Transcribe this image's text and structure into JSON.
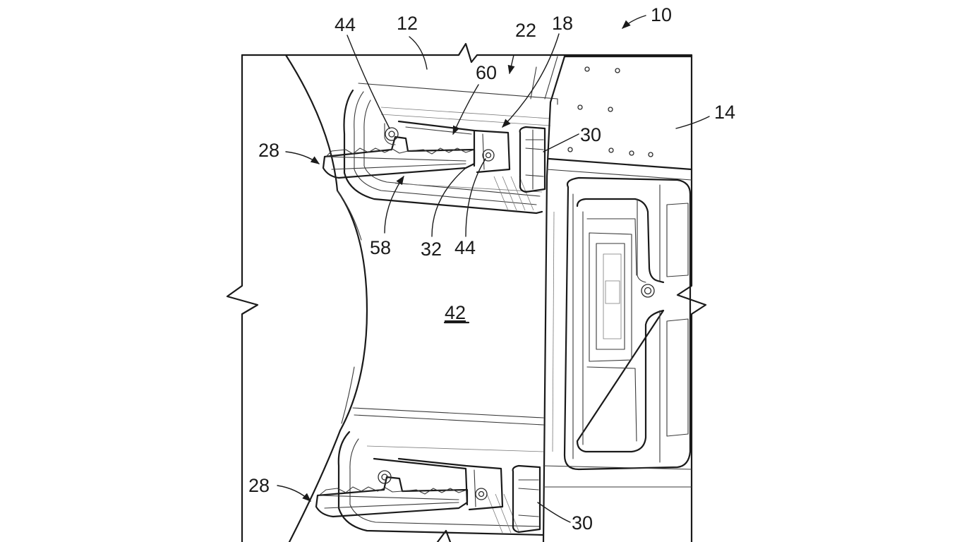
{
  "labels": {
    "ref_10": "10",
    "ref_12": "12",
    "ref_14": "14",
    "ref_18": "18",
    "ref_22": "22",
    "ref_28_upper": "28",
    "ref_28_lower": "28",
    "ref_30_upper": "30",
    "ref_30_lower": "30",
    "ref_32": "32",
    "ref_42": "42",
    "ref_44_top": "44",
    "ref_44_bottom": "44",
    "ref_58": "58",
    "ref_60": "60"
  }
}
